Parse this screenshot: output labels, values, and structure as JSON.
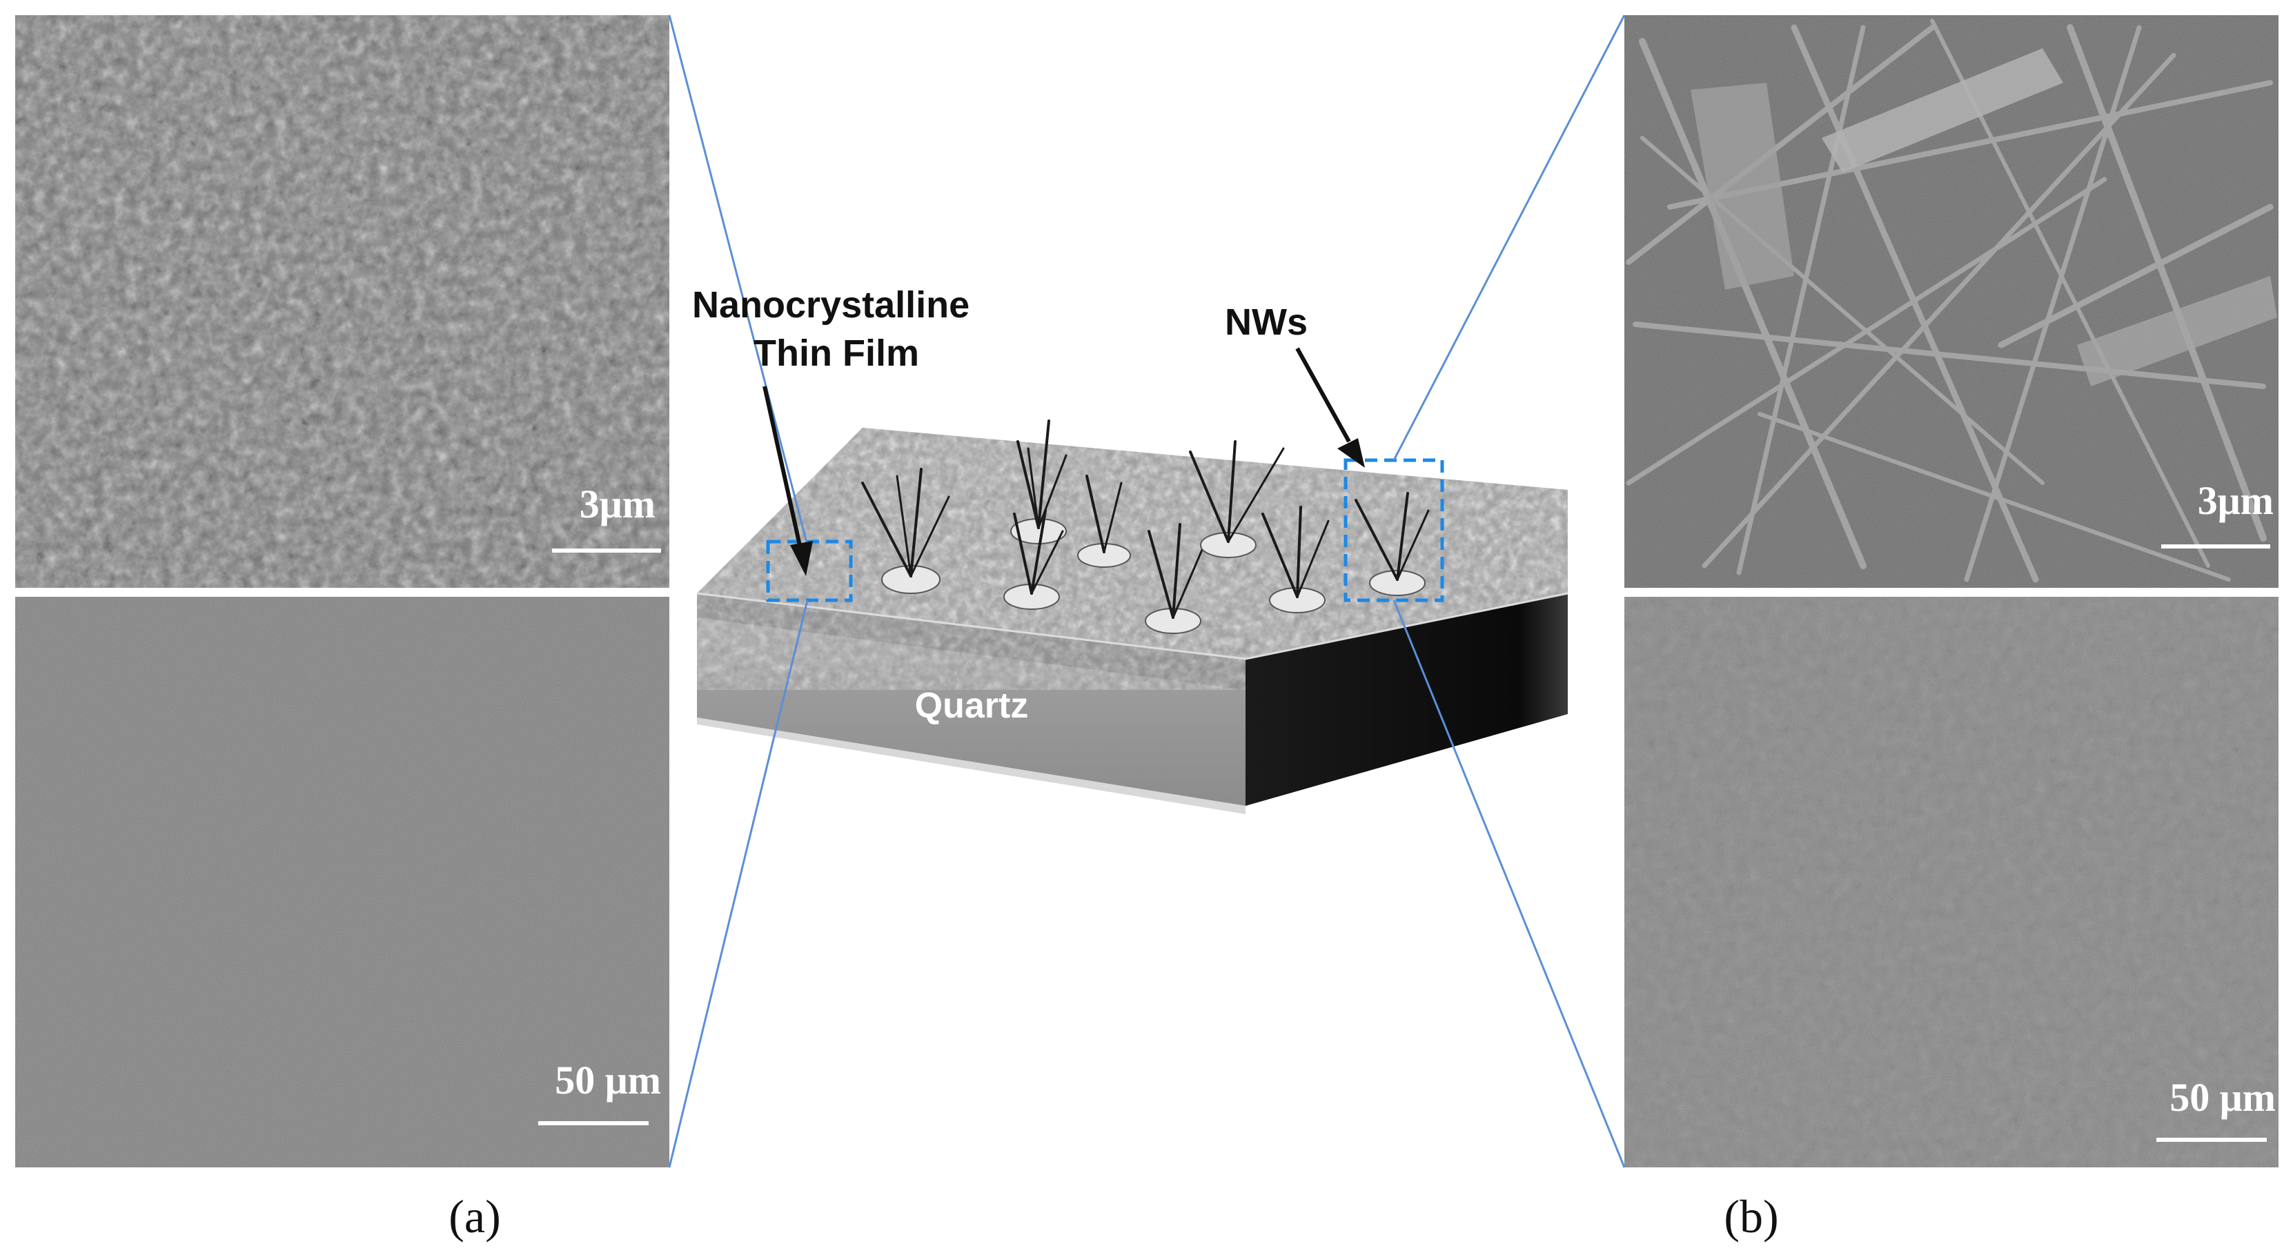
{
  "figure": {
    "panel_a": {
      "letter": "(a)",
      "top_image": {
        "scale_text": "3μm"
      },
      "bottom_image": {
        "scale_text": "50 μm"
      }
    },
    "panel_b": {
      "letter": "(b)",
      "top_image": {
        "scale_text": "3μm"
      },
      "bottom_image": {
        "scale_text": "50 μm"
      }
    },
    "schematic": {
      "substrate_label": "Quartz",
      "film_label_line1": "Nanocrystalline",
      "film_label_line2": "Thin Film",
      "nw_label": "NWs"
    },
    "colors": {
      "callout_line": "#5b8fd6",
      "dashed_box": "#1e88e5",
      "sem_gray": "#7a7a7a",
      "substrate_front": "#9a9a9a",
      "substrate_side": "#0d0d0d"
    }
  }
}
